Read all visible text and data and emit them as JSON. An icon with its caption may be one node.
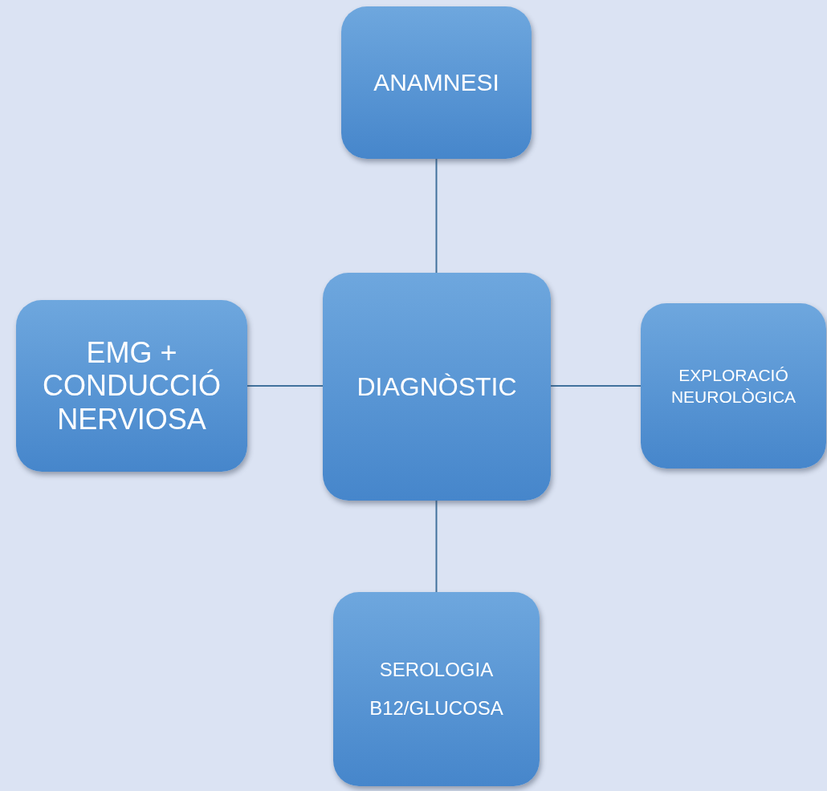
{
  "diagram": {
    "nodes": [
      {
        "text": [
          "ANAMNESI"
        ]
      },
      {
        "text": [
          "EMG + CONDUCCIÓ NERVIOSA"
        ]
      },
      {
        "text": [
          "DIAGNÒSTIC"
        ]
      },
      {
        "text": [
          "EXPLORACIÓ NEUROLÒGICA"
        ]
      },
      {
        "text": [
          "SEROLOGIA B12/GLUCOSA"
        ]
      }
    ],
    "edges": [
      {
        "from": 2,
        "to": 0,
        "arrow": "none"
      },
      {
        "from": 2,
        "to": 1,
        "arrow": "none"
      },
      {
        "from": 2,
        "to": 3,
        "arrow": "none"
      },
      {
        "from": 2,
        "to": 4,
        "arrow": "none"
      }
    ]
  }
}
